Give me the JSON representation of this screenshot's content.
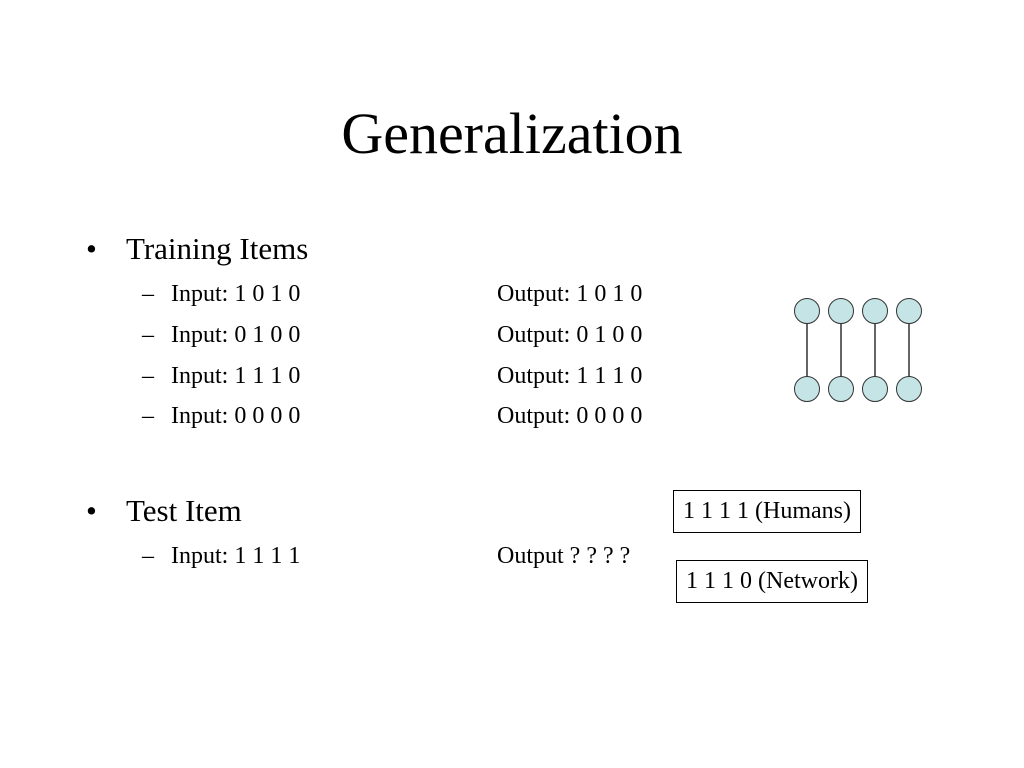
{
  "slide": {
    "title": "Generalization",
    "training": {
      "heading_bullet": "•",
      "heading": "Training Items",
      "dash": "–",
      "items": [
        {
          "input": "Input: 1 0 1 0",
          "output": "Output: 1 0 1 0"
        },
        {
          "input": "Input: 0 1 0 0",
          "output": "Output: 0 1 0 0"
        },
        {
          "input": "Input: 1 1 1 0",
          "output": "Output: 1 1 1 0"
        },
        {
          "input": "Input: 0 0 0 0",
          "output": "Output: 0 0 0 0"
        }
      ]
    },
    "test": {
      "heading_bullet": "•",
      "heading": "Test Item",
      "dash": "–",
      "input": "Input: 1 1 1 1",
      "output": "Output ? ? ? ?"
    },
    "answers": {
      "humans": "1 1 1 1 (Humans)",
      "network": "1 1 1 0 (Network)"
    },
    "network_diagram": {
      "node_fill": "#c4e4e6",
      "node_stroke": "#333333",
      "input_units": 4,
      "output_units": 4,
      "connections": "one-to-one"
    }
  }
}
